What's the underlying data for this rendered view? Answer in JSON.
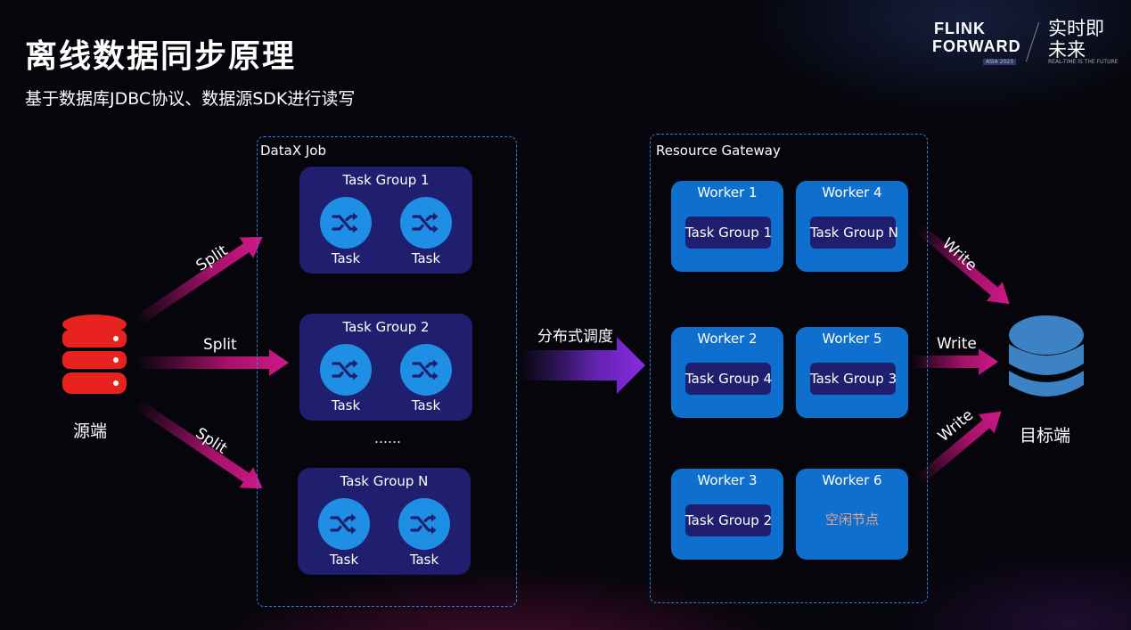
{
  "title": "离线数据同步原理",
  "subtitle": "基于数据库JDBC协议、数据源SDK进行读写",
  "logo": {
    "brand_line1": "FLINK",
    "brand_line2": "FORWARD",
    "brand_tag": "ASIA 2023",
    "slogan": "实时即未来",
    "slogan_sub": "REAL-TIME IS THE FUTURE"
  },
  "source": {
    "label": "源端",
    "color": "#e8221e"
  },
  "target": {
    "label": "目标端",
    "color": "#3d82c4"
  },
  "split_labels": [
    "Split",
    "Split",
    "Split"
  ],
  "write_labels": [
    "Write",
    "Write",
    "Write"
  ],
  "dispatch_label": "分布式调度",
  "datax_job": {
    "label": "DataX Job",
    "task_groups": [
      {
        "title": "Task Group 1",
        "tasks": [
          "Task",
          "Task"
        ]
      },
      {
        "title": "Task Group 2",
        "tasks": [
          "Task",
          "Task"
        ]
      },
      {
        "title": "Task Group N",
        "tasks": [
          "Task",
          "Task"
        ]
      }
    ],
    "ellipsis": "……"
  },
  "resource_gateway": {
    "label": "Resource Gateway",
    "workers": [
      {
        "title": "Worker 1",
        "content": "Task Group 1",
        "idle": false
      },
      {
        "title": "Worker 4",
        "content": "Task Group N",
        "idle": false
      },
      {
        "title": "Worker 2",
        "content": "Task Group 4",
        "idle": false
      },
      {
        "title": "Worker 5",
        "content": "Task Group 3",
        "idle": false
      },
      {
        "title": "Worker 3",
        "content": "Task Group 2",
        "idle": false
      },
      {
        "title": "Worker 6",
        "content": "空闲节点",
        "idle": true
      }
    ]
  },
  "colors": {
    "task_group_bg": "#1f1e6f",
    "task_icon": "#1f8fe6",
    "worker_bg": "#0f6fce",
    "dashed_border": "#2f7fe0",
    "arrow_pink": "#c0147a",
    "arrow_purple": "#8a2be2",
    "idle_text": "#e6a48a"
  }
}
